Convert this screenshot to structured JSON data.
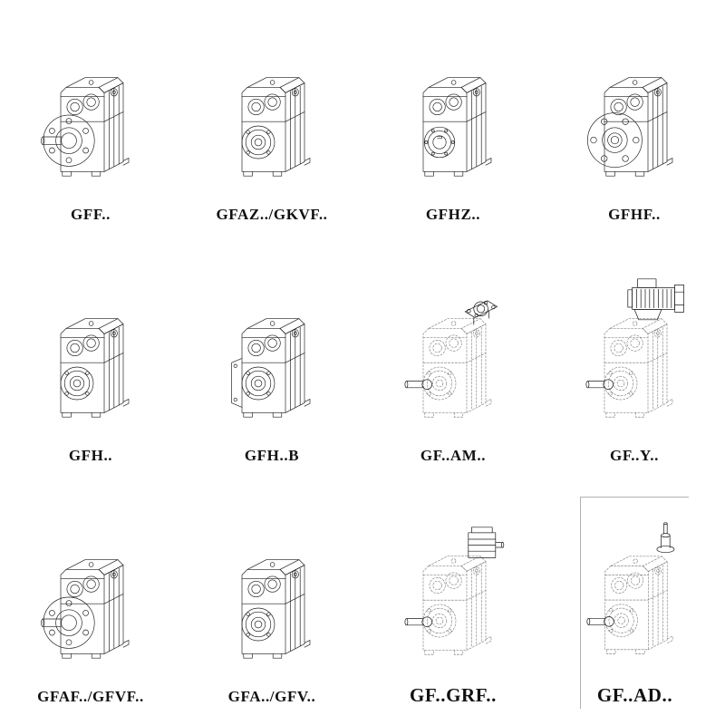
{
  "colors": {
    "line": "#1c1c1c",
    "dashed_line": "#6b6b6b",
    "background": "#ffffff",
    "label_text": "#111111"
  },
  "grid": {
    "columns": 4,
    "rows": 3,
    "items": [
      {
        "label": "GFF..",
        "drawing": "gearbox-output-flange-with-shaft",
        "line_style": "solid"
      },
      {
        "label": "GFAZ../GKVF..",
        "drawing": "gearbox-hollow-shaft-hub",
        "line_style": "solid"
      },
      {
        "label": "GFHZ..",
        "drawing": "gearbox-hollow-shaft-bore",
        "line_style": "solid"
      },
      {
        "label": "GFHF..",
        "drawing": "gearbox-large-output-flange-hollow",
        "line_style": "solid"
      },
      {
        "label": "GFH..",
        "drawing": "gearbox-hollow-shaft-hub",
        "line_style": "solid"
      },
      {
        "label": "GFH..B",
        "drawing": "gearbox-hollow-shaft-torque-arm",
        "line_style": "solid"
      },
      {
        "label": "GF..AM..",
        "drawing": "gearbox-with-motor-adapter-flange",
        "line_style": "dashed-unit-solid-adapter"
      },
      {
        "label": "GF..Y..",
        "drawing": "gearbox-with-mounted-motor",
        "line_style": "dashed-unit-solid-motor"
      },
      {
        "label": "GFAF../GFVF..",
        "drawing": "gearbox-output-flange-with-shaft",
        "line_style": "solid"
      },
      {
        "label": "GFA../GFV..",
        "drawing": "gearbox-hollow-shaft-hub",
        "line_style": "solid"
      },
      {
        "label": "GF..GRF..",
        "drawing": "gearbox-with-adapter-housing",
        "line_style": "dashed-unit-solid-adapter"
      },
      {
        "label": "GF..AD..",
        "drawing": "gearbox-with-input-shaft-adapter",
        "line_style": "dashed-unit-solid-shaft"
      }
    ]
  }
}
